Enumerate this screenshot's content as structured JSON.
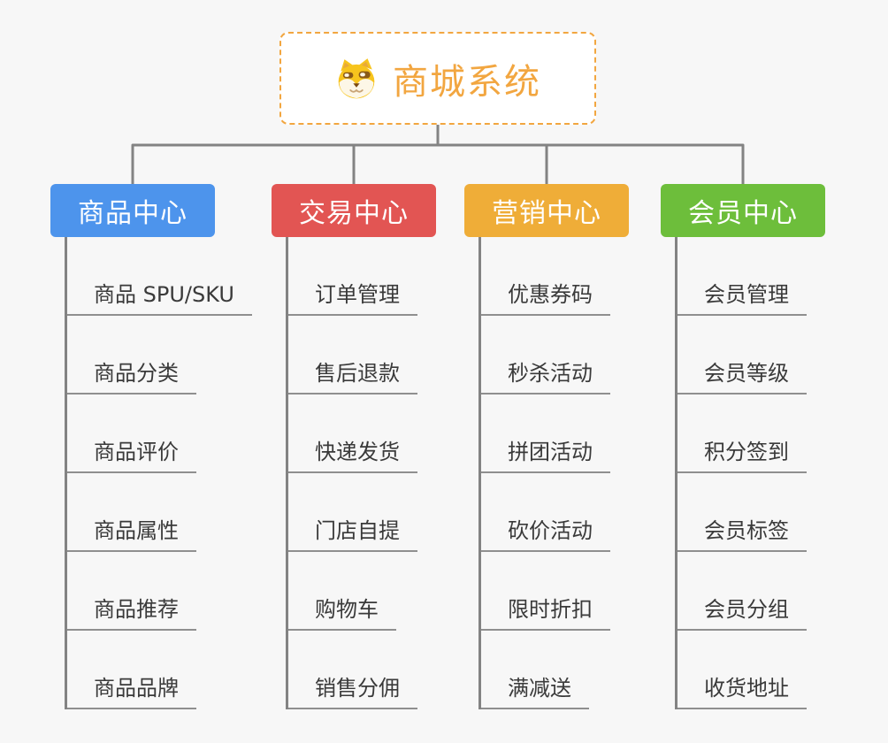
{
  "canvas": {
    "background": "#f7f7f7",
    "line_color": "#838383"
  },
  "root": {
    "title": "商城系统",
    "accent": "#f2a640",
    "icon": "shiba-dog-icon"
  },
  "branches": [
    {
      "label": "商品中心",
      "color": "#4d94ec",
      "items": [
        "商品 SPU/SKU",
        "商品分类",
        "商品评价",
        "商品属性",
        "商品推荐",
        "商品品牌"
      ]
    },
    {
      "label": "交易中心",
      "color": "#e25553",
      "items": [
        "订单管理",
        "售后退款",
        "快递发货",
        "门店自提",
        "购物车",
        "销售分佣"
      ]
    },
    {
      "label": "营销中心",
      "color": "#efad38",
      "items": [
        "优惠券码",
        "秒杀活动",
        "拼团活动",
        "砍价活动",
        "限时折扣",
        "满减送"
      ]
    },
    {
      "label": "会员中心",
      "color": "#6dbe3b",
      "items": [
        "会员管理",
        "会员等级",
        "积分签到",
        "会员标签",
        "会员分组",
        "收货地址"
      ]
    }
  ]
}
